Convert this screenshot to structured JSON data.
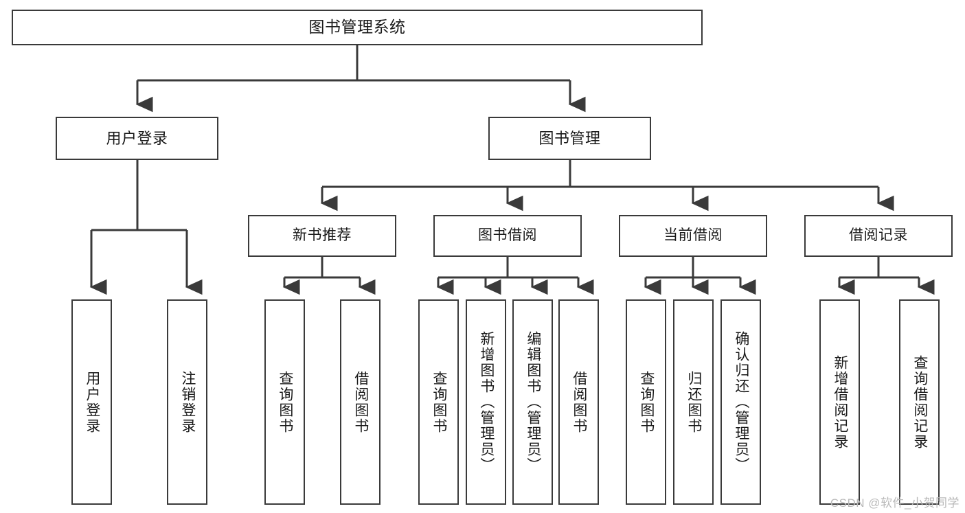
{
  "diagram": {
    "type": "tree",
    "title": "图书管理系统",
    "watermark": "CSDN @软件_小贺同学",
    "colors": {
      "box_border": "#3a3a3a",
      "box_fill": "#ffffff",
      "connector": "#3a3a3a",
      "text": "#1a1a1a",
      "watermark": "#b9b9b9"
    },
    "nodes": {
      "root": {
        "label": "图书管理系统"
      },
      "level2": [
        {
          "id": "user-login",
          "label": "用户登录"
        },
        {
          "id": "book-manage",
          "label": "图书管理"
        }
      ],
      "level3": [
        {
          "id": "new-book-rec",
          "label": "新书推荐"
        },
        {
          "id": "book-borrow",
          "label": "图书借阅"
        },
        {
          "id": "current-borrow",
          "label": "当前借阅"
        },
        {
          "id": "borrow-record",
          "label": "借阅记录"
        }
      ],
      "leaves": {
        "user-login": [
          {
            "id": "leaf-user-login",
            "label": "用户登录"
          },
          {
            "id": "leaf-logout",
            "label": "注销登录"
          }
        ],
        "new-book-rec": [
          {
            "id": "leaf-query-book-1",
            "label": "查询图书"
          },
          {
            "id": "leaf-borrow-book-1",
            "label": "借阅图书"
          }
        ],
        "book-borrow": [
          {
            "id": "leaf-query-book-2",
            "label": "查询图书"
          },
          {
            "id": "leaf-add-book",
            "label": "新增图书（管理员）"
          },
          {
            "id": "leaf-edit-book",
            "label": "编辑图书（管理员）"
          },
          {
            "id": "leaf-borrow-book-2",
            "label": "借阅图书"
          }
        ],
        "current-borrow": [
          {
            "id": "leaf-query-book-3",
            "label": "查询图书"
          },
          {
            "id": "leaf-return-book",
            "label": "归还图书"
          },
          {
            "id": "leaf-confirm-return",
            "label": "确认归还（管理员）"
          }
        ],
        "borrow-record": [
          {
            "id": "leaf-add-record",
            "label": "新增借阅记录"
          },
          {
            "id": "leaf-query-record",
            "label": "查询借阅记录"
          }
        ]
      }
    }
  }
}
